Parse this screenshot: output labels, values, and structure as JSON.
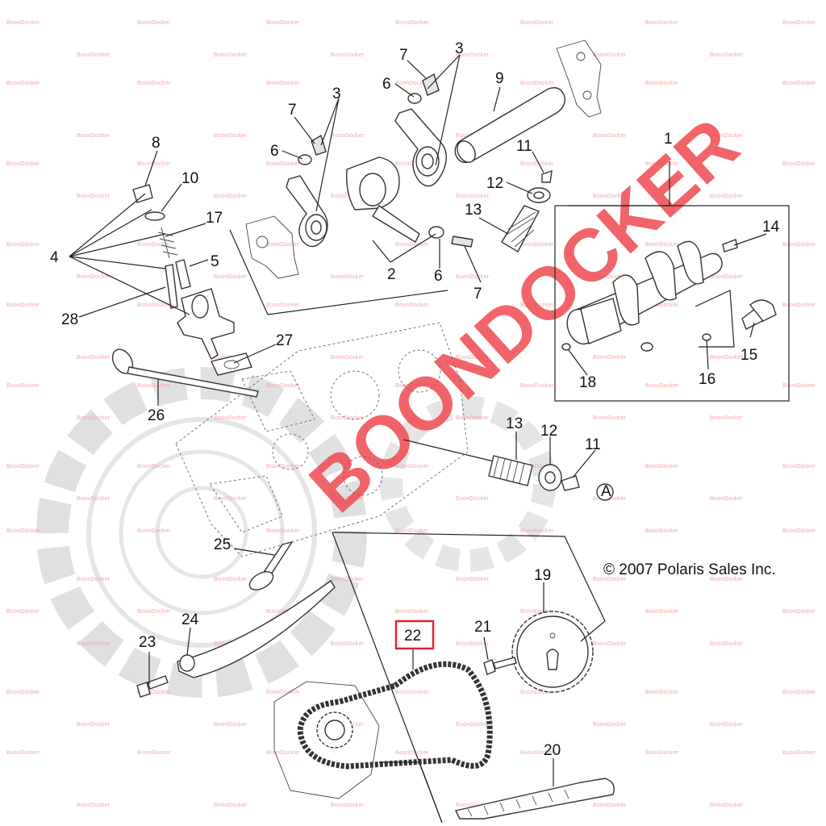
{
  "diagram": {
    "copyright": "© 2007 Polaris Sales Inc.",
    "highlighted_part": "22",
    "brand_logo": "BOONDOCKER",
    "watermark_text": "BoonDocker",
    "watermark_color": "#f2a6a6",
    "logo_color": "#f04a52",
    "highlight_color": "#e0262e",
    "circle_label": "A",
    "callouts": {
      "c1": "1",
      "c2": "2",
      "c3a": "3",
      "c3b": "3",
      "c4": "4",
      "c5": "5",
      "c6a": "6",
      "c6b": "6",
      "c6c": "6",
      "c7a": "7",
      "c7b": "7",
      "c7c": "7",
      "c8": "8",
      "c9": "9",
      "c10": "10",
      "c11a": "11",
      "c11b": "11",
      "c12a": "12",
      "c12b": "12",
      "c13a": "13",
      "c13b": "13",
      "c14": "14",
      "c15": "15",
      "c16": "16",
      "c17": "17",
      "c18": "18",
      "c19": "19",
      "c20": "20",
      "c21": "21",
      "c22": "22",
      "c23": "23",
      "c24": "24",
      "c25": "25",
      "c26": "26",
      "c27": "27",
      "c28": "28"
    }
  }
}
